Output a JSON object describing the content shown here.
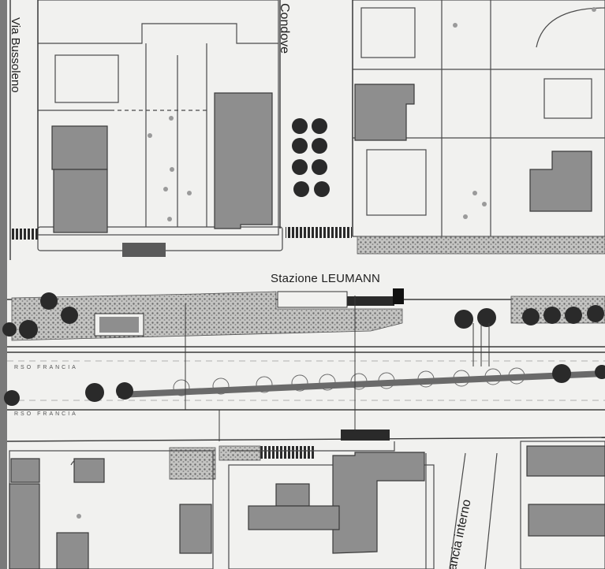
{
  "labels": {
    "street_bussoleno": "Via Bussoleno",
    "street_condove": "Condove",
    "station": "Stazione LEUMANN",
    "corso_francia_north": "RSO FRANCIA",
    "corso_francia_south": "RSO FRANCIA",
    "street_interno": "ancia interno"
  },
  "colors": {
    "paper": "#f1f1ef",
    "building_fill": "#8e8e8e",
    "building_stroke": "#3a3a3a",
    "line": "#4a4a4a",
    "hedge": "#b9b9b7",
    "tree": "#2a2a2a",
    "frame": "#7a7a7a"
  }
}
